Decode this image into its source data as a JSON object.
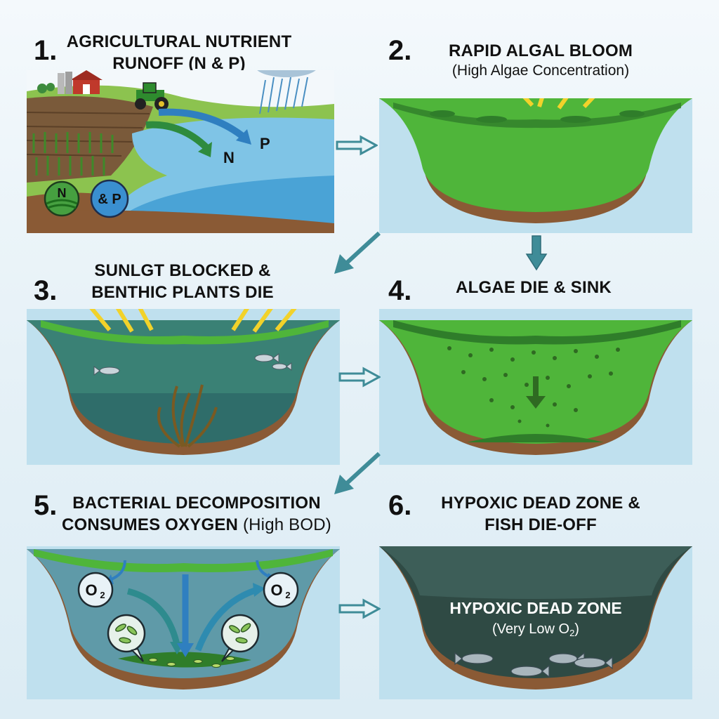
{
  "steps": [
    {
      "number": "1.",
      "title_line1": "AGRICULTURAL NUTRIENT",
      "title_line2": "RUNOFF (N & P)",
      "labels": {
        "nitrogen": "N",
        "phosphorus": "P",
        "badge_n": "N",
        "badge_p": "& P"
      }
    },
    {
      "number": "2.",
      "title": "RAPID ALGAL BLOOM",
      "subtitle": "(High Algae Concentration)"
    },
    {
      "number": "3.",
      "title_line1": "SUNLGT BLOCKED &",
      "title_line2": "BENTHIC PLANTS DIE"
    },
    {
      "number": "4.",
      "title": "ALGAE DIE & SINK"
    },
    {
      "number": "5.",
      "title_line1": "BACTERIAL DECOMPOSITION",
      "title_line2_bold": "CONSUMES OXYGEN",
      "title_line2_light": "(High BOD)",
      "labels": {
        "o2_left": "O",
        "o2_right": "O",
        "subscript": "2"
      }
    },
    {
      "number": "6.",
      "title_line1": "HYPOXIC DEAD ZONE &",
      "title_line2": "FISH DIE-OFF",
      "labels": {
        "zone_title": "HYPOXIC DEAD ZONE",
        "zone_sub_prefix": "(Very Low O",
        "zone_sub_sub": "2",
        "zone_sub_suffix": ")"
      }
    }
  ],
  "colors": {
    "water_light": "#bfe0ee",
    "water_blue": "#4aa3d6",
    "algae_green": "#4fb53a",
    "algae_dark": "#2f7d2a",
    "sediment": "#8a5a35",
    "murky": "#2f6d6a",
    "dead_zone": "#2f4a44",
    "arrow_teal": "#3f8c98",
    "sun_yellow": "#f2d22a"
  },
  "icons": [
    "rain-cloud-icon",
    "tractor-icon",
    "barn-icon",
    "silo-icon",
    "fish-icon",
    "seaweed-icon",
    "bacteria-icon",
    "sun-ray-icon",
    "flow-arrow-icon"
  ]
}
